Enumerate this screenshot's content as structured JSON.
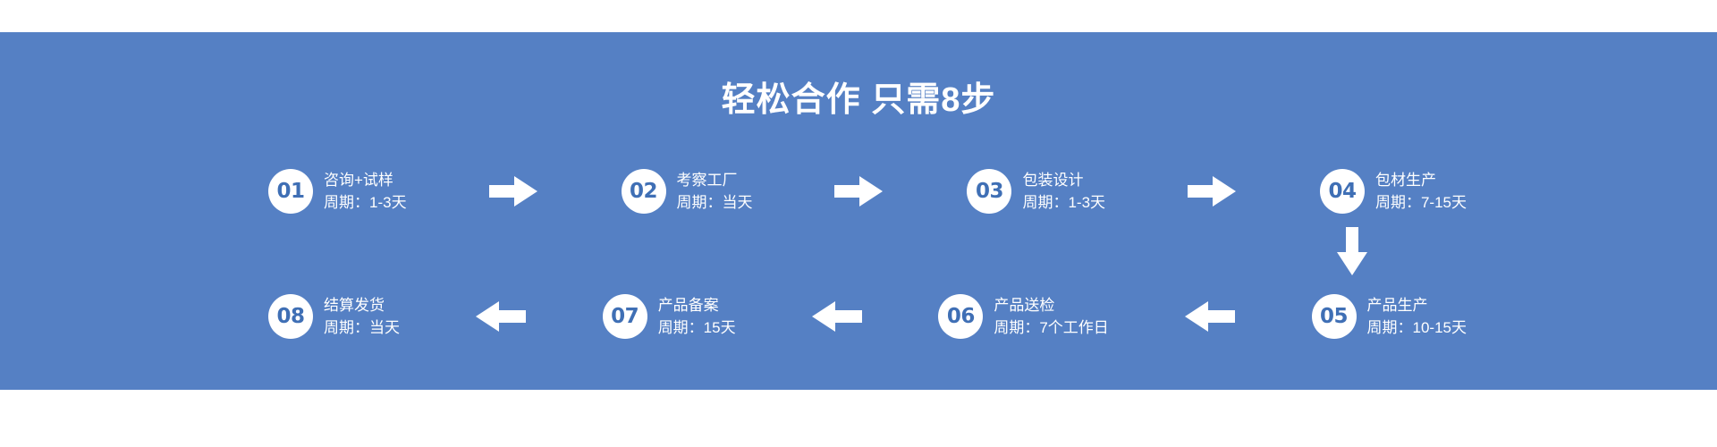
{
  "banner": {
    "background_color": "#5580c4",
    "text_color": "#ffffff",
    "circle_color": "#ffffff",
    "circle_number_color": "#3f6fb5"
  },
  "title": "轻松合作 只需8步",
  "period_prefix": "周期：",
  "steps_row1": [
    {
      "number": "01",
      "name": "咨询+试样",
      "period": "周期：1-3天"
    },
    {
      "number": "02",
      "name": "考察工厂",
      "period": "周期：当天"
    },
    {
      "number": "03",
      "name": "包装设计",
      "period": "周期：1-3天"
    },
    {
      "number": "04",
      "name": "包材生产",
      "period": "周期：7-15天"
    }
  ],
  "steps_row2": [
    {
      "number": "05",
      "name": "产品生产",
      "period": "周期：10-15天"
    },
    {
      "number": "06",
      "name": "产品送检",
      "period": "周期：7个工作日"
    },
    {
      "number": "07",
      "name": "产品备案",
      "period": "周期：15天"
    },
    {
      "number": "08",
      "name": "结算发货",
      "period": "周期：当天"
    }
  ],
  "connectors": {
    "row1_arrow_direction": "right",
    "row2_arrow_direction": "left",
    "vertical_arrow_direction": "down"
  }
}
